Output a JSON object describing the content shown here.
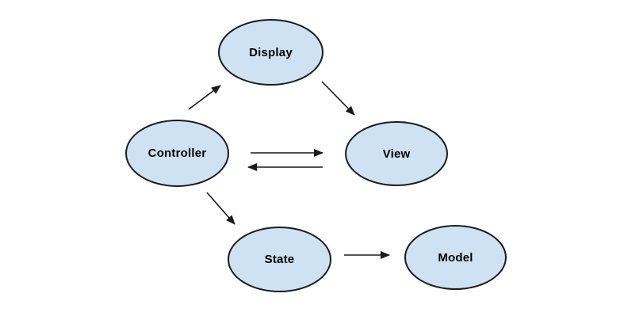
{
  "diagram": {
    "title": "Controller-View-Model flow diagram",
    "background_color": "#ffffff",
    "node_fill_color": "#cfe2f3",
    "node_border_color": "#1a1a1a",
    "arrow_color": "#1a1a1a",
    "nodes": [
      {
        "id": "display",
        "label": "Display"
      },
      {
        "id": "controller",
        "label": "Controller"
      },
      {
        "id": "view",
        "label": "View"
      },
      {
        "id": "state",
        "label": "State"
      },
      {
        "id": "model",
        "label": "Model"
      }
    ],
    "edges": [
      {
        "from": "controller",
        "to": "display"
      },
      {
        "from": "display",
        "to": "view"
      },
      {
        "from": "controller",
        "to": "view"
      },
      {
        "from": "view",
        "to": "controller"
      },
      {
        "from": "controller",
        "to": "state"
      },
      {
        "from": "state",
        "to": "model"
      }
    ]
  }
}
